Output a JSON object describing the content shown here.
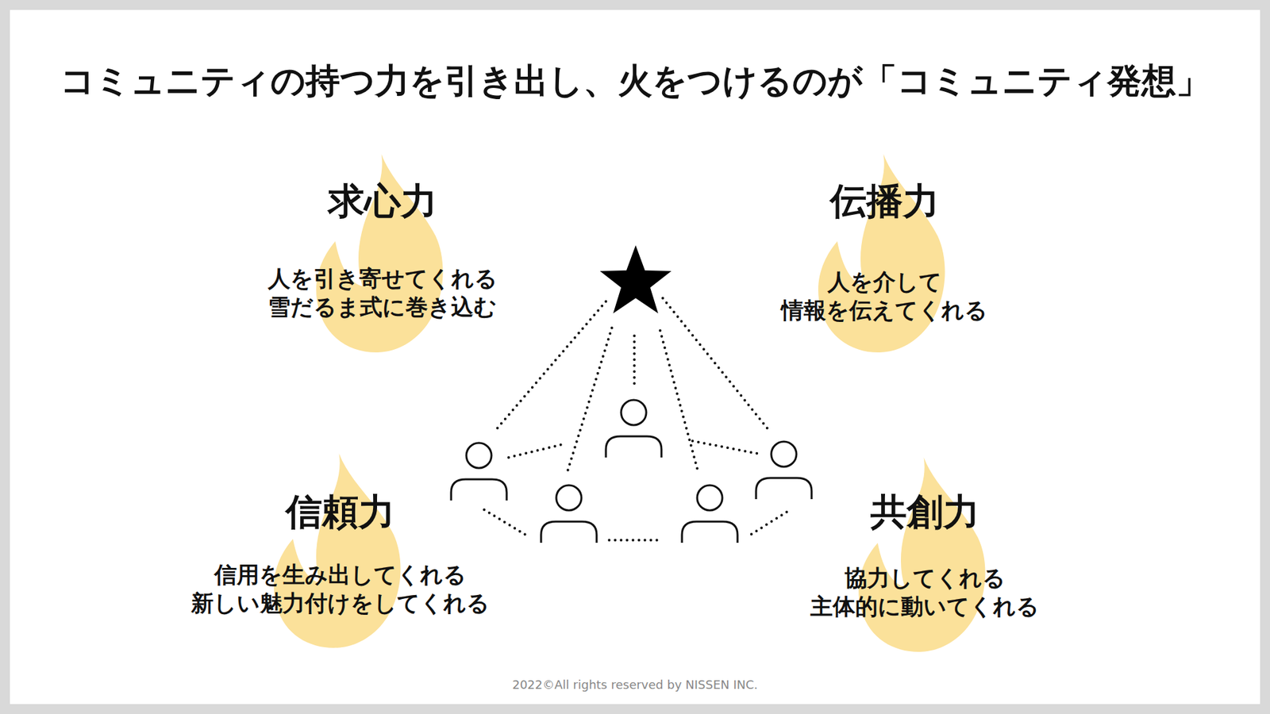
{
  "diagram": {
    "title": "コミュニティの持つ力を引き出し、火をつけるのが「コミュニティ発想」",
    "nodes": [
      {
        "text": [
          "求心力",
          "人を引き寄せてくれる 雪だるま式に巻き込む"
        ]
      },
      {
        "text": [
          "伝播力",
          "人を介して 情報を伝えてくれる"
        ]
      },
      {
        "text": [
          "信頼力",
          "信用を生み出してくれる 新しい魅力付けをしてくれる"
        ]
      },
      {
        "text": [
          "共創力",
          "協力してくれる 主体的に動いてくれる"
        ]
      }
    ],
    "labels": [
      "2022©All rights reserved by NISSEN INC."
    ]
  }
}
